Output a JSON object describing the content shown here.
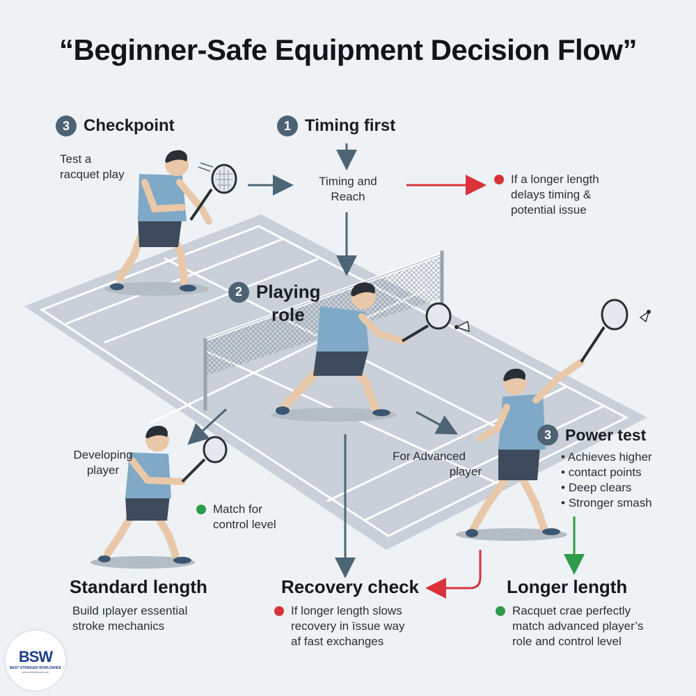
{
  "title": "“Beginner-Safe Equipment Decision Flow”",
  "colors": {
    "badge": "#4d6272",
    "arrow_neutral": "#4e6576",
    "arrow_red": "#d9323a",
    "arrow_green": "#2e9a4b",
    "shirt": "#7fa9c6",
    "shorts": "#3d4b5c",
    "court": "#c9d0d9",
    "court_lines": "#ffffff"
  },
  "steps": {
    "checkpoint": {
      "number": "3",
      "label": "Checkpoint",
      "desc": [
        "Test a",
        "racquet play"
      ]
    },
    "timing": {
      "number": "1",
      "label": "Timing first",
      "node": [
        "Timing and",
        "Reach"
      ]
    },
    "timing_note": [
      "If a longer length",
      "delays timing &",
      "potential issue"
    ],
    "role": {
      "number": "2",
      "label_lines": [
        "Playing",
        "role"
      ]
    },
    "developing": [
      "Developing",
      "player"
    ],
    "advanced": [
      "For Advanced",
      "player"
    ],
    "control_note": [
      "Match for",
      "control level"
    ],
    "power": {
      "number": "3",
      "label": "Power test",
      "bullets": [
        "Achieves higher",
        "contact points",
        "Deep clears",
        "Stronger smash"
      ]
    }
  },
  "outcomes": {
    "standard": {
      "title": "Standard length",
      "desc": [
        "Build ıplayer essential",
        "stroke mechanics"
      ]
    },
    "recovery": {
      "title": "Recovery check",
      "desc": [
        "If longer length slows",
        "recovery in ïssue way",
        "af fast exchanges"
      ]
    },
    "longer": {
      "title": "Longer length",
      "desc": [
        "Racquet crae perfectly",
        "match advanced player’s",
        "role and control level"
      ]
    }
  },
  "logo": {
    "mark": "BSW",
    "name": "BEST STRINGER WORLDWIDE",
    "url": "www.beststringer.com"
  },
  "icons": [
    "shuttlecock-icon",
    "racquet-icon",
    "arrow-icon"
  ]
}
